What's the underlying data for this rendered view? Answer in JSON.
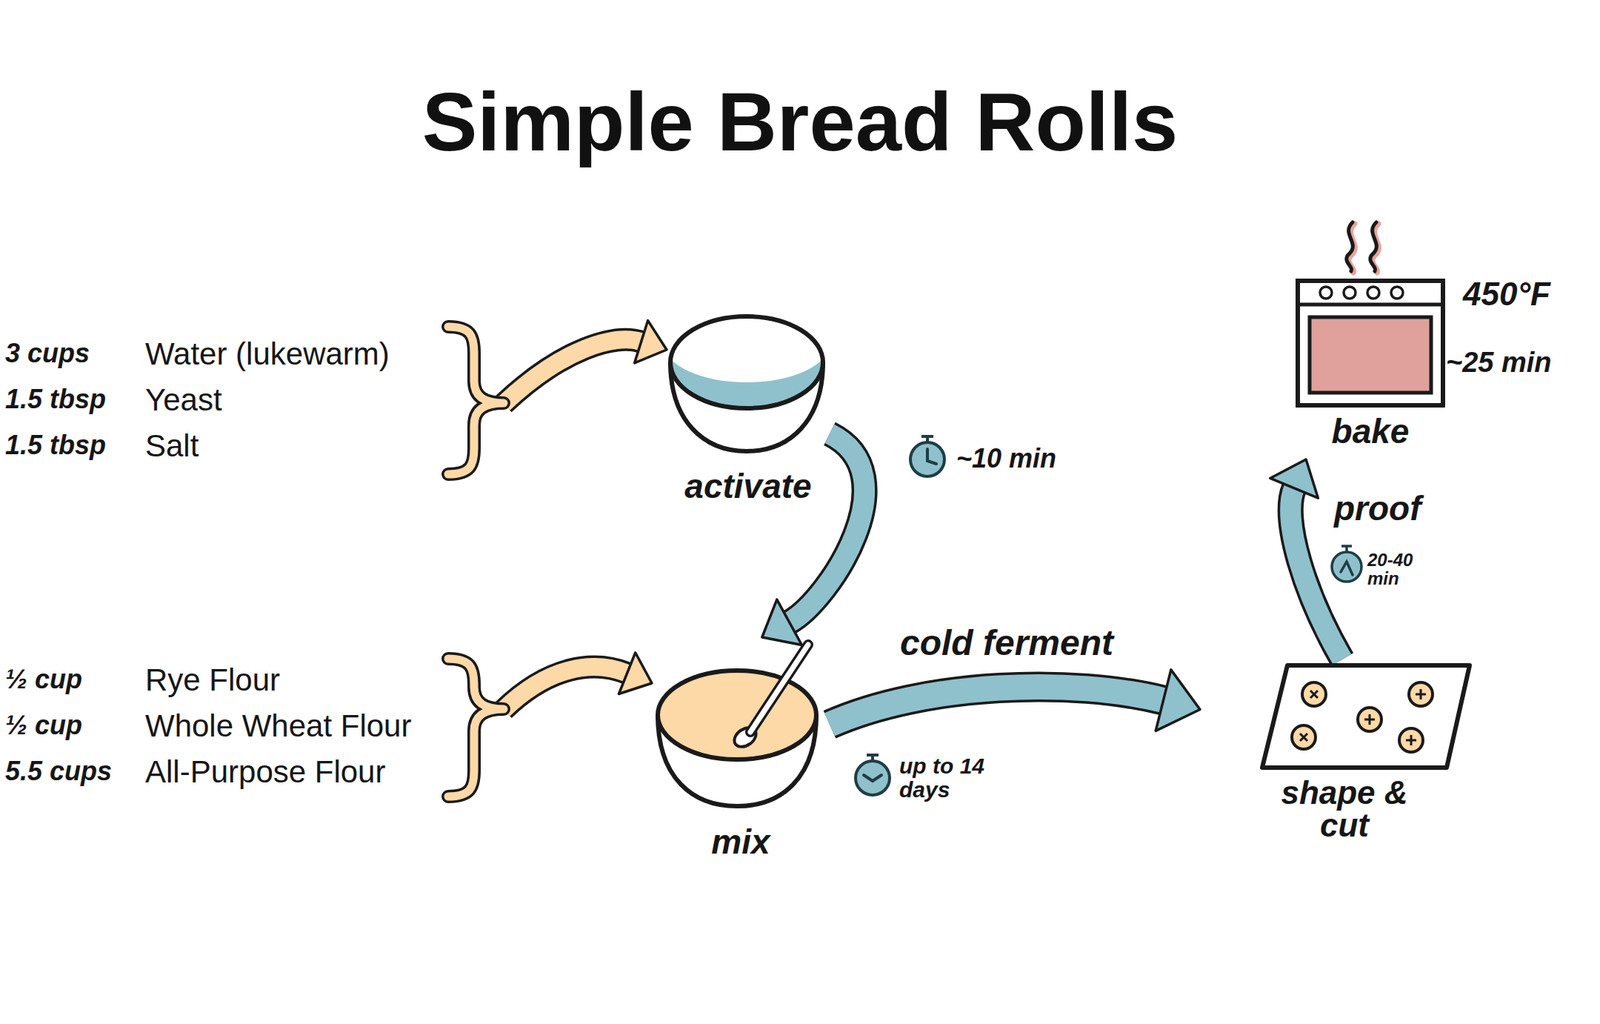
{
  "diagram": {
    "title": "Simple Bread Rolls",
    "nodes": [
      {
        "text": [
          "3 cups",
          "Water (lukewarm)",
          "1.5 tbsp",
          "Yeast",
          "1.5 tbsp",
          "Salt"
        ]
      },
      {
        "text": [
          "activate"
        ]
      },
      {
        "text": [
          "½ cup",
          "Rye Flour",
          "½ cup",
          "Whole Wheat Flour",
          "5.5 cups",
          "All-Purpose Flour"
        ]
      },
      {
        "text": [
          "mix"
        ]
      },
      {
        "text": [
          "shape & cut"
        ]
      },
      {
        "text": [
          "bake"
        ]
      }
    ],
    "edges": [
      {
        "from": 0,
        "to": 1,
        "arrow": "to"
      },
      {
        "from": 1,
        "to": 3,
        "label": "~10 min",
        "arrow": "to"
      },
      {
        "from": 2,
        "to": 3,
        "arrow": "to"
      },
      {
        "from": 3,
        "to": 4,
        "label": "cold ferment",
        "arrow": "to"
      },
      {
        "from": 4,
        "to": 5,
        "label": "proof",
        "arrow": "to"
      }
    ],
    "labels": [
      "450°F",
      "~25 min",
      "up to 14 days",
      "20-40 min"
    ]
  }
}
